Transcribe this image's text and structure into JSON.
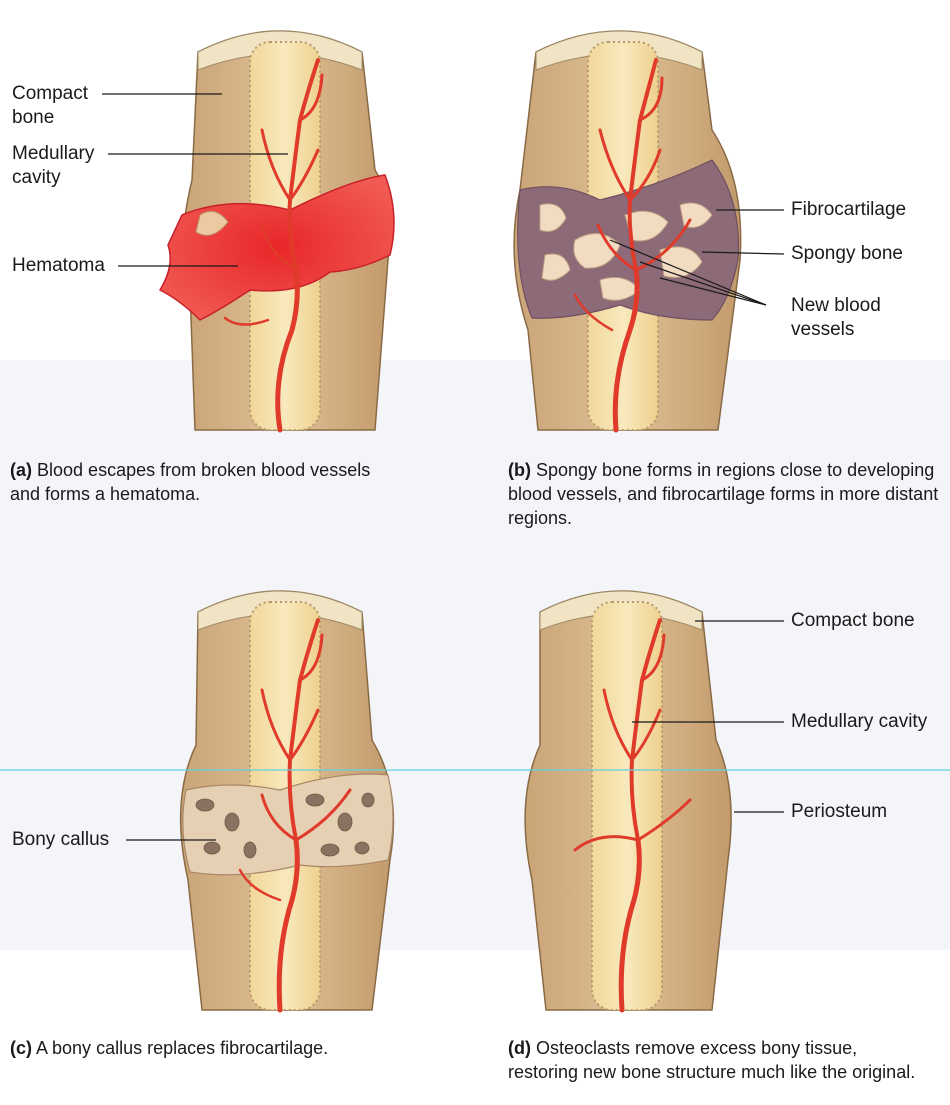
{
  "labels": {
    "compact_bone_a": "Compact\nbone",
    "medullary_cavity_a": "Medullary\ncavity",
    "hematoma": "Hematoma",
    "fibrocartilage": "Fibrocartilage",
    "spongy_bone": "Spongy bone",
    "new_blood_vessels": "New blood\nvessels",
    "bony_callus": "Bony callus",
    "compact_bone_d": "Compact bone",
    "medullary_cavity_d": "Medullary cavity",
    "periosteum": "Periosteum"
  },
  "captions": {
    "a": {
      "letter": "(a)",
      "text": "Blood escapes from broken blood vessels and forms a hematoma."
    },
    "b": {
      "letter": "(b)",
      "text": "Spongy bone forms in regions close to developing blood vessels, and fibrocartilage forms in more distant regions."
    },
    "c": {
      "letter": "(c)",
      "text": "A bony callus replaces fibrocartilage."
    },
    "d": {
      "letter": "(d)",
      "text": "Osteoclasts remove excess bony tissue, restoring new bone structure much like the original."
    }
  },
  "colors": {
    "bone": "#d9b88c",
    "bone_light": "#ecd8b4",
    "cartilage_cap": "#efe4c6",
    "medullary": "#f4dfa6",
    "vessel": "#e03a2a",
    "hematoma": "#e82e2e",
    "fibrocartilage": "#8c6a78",
    "spongy": "#f1dcc2",
    "guide_line": "#5fd3de"
  }
}
